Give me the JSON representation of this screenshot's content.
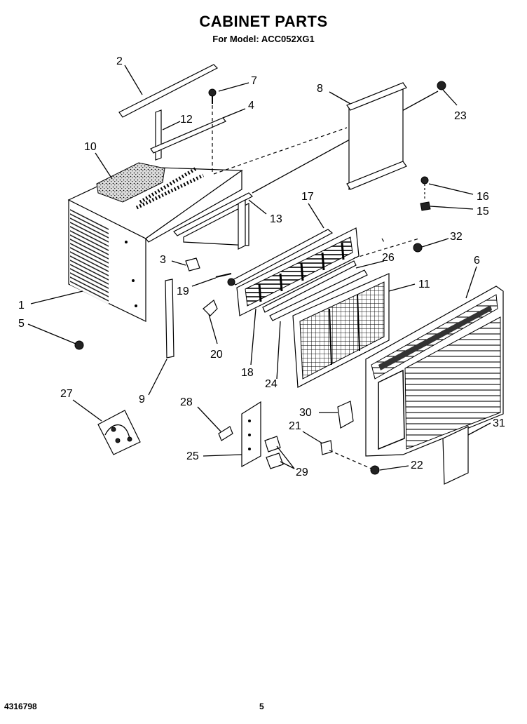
{
  "header": {
    "title": "CABINET PARTS",
    "subtitle": "For Model: ACC052XG1"
  },
  "footer": {
    "doc_number": "4316798",
    "page_number": "5"
  },
  "callouts": {
    "c1": "1",
    "c2": "2",
    "c3": "3",
    "c4": "4",
    "c5": "5",
    "c6": "6",
    "c7": "7",
    "c8": "8",
    "c9": "9",
    "c10": "10",
    "c11": "11",
    "c12": "12",
    "c13": "13",
    "c15": "15",
    "c16": "16",
    "c17": "17",
    "c18": "18",
    "c19": "19",
    "c20": "20",
    "c21": "21",
    "c22": "22",
    "c23": "23",
    "c24": "24",
    "c25": "25",
    "c26": "26",
    "c27": "27",
    "c28": "28",
    "c29": "29",
    "c30": "30",
    "c31": "31",
    "c32": "32"
  }
}
